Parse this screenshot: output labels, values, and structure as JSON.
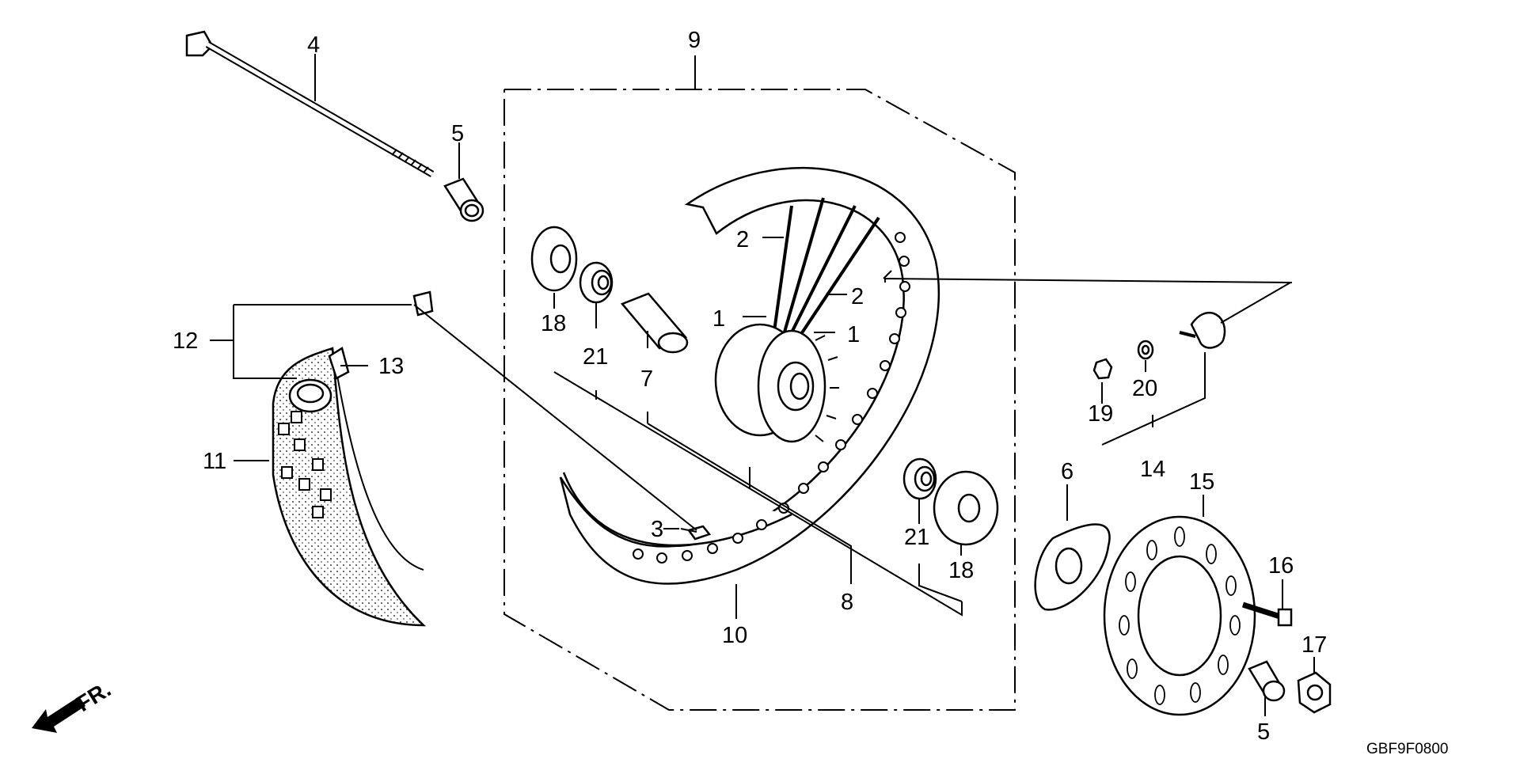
{
  "diagram": {
    "code": "GBF9F0800",
    "direction_label": "FR.",
    "callouts": [
      "1",
      "1",
      "2",
      "2",
      "3",
      "4",
      "5",
      "5",
      "6",
      "7",
      "8",
      "9",
      "10",
      "11",
      "12",
      "13",
      "14",
      "15",
      "16",
      "17",
      "18",
      "18",
      "19",
      "20",
      "21",
      "21"
    ]
  }
}
